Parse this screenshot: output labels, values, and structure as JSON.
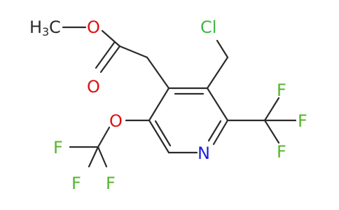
{
  "atoms": {
    "methyl": "H",
    "methyl_sub": "3",
    "methyl_c": "C",
    "ester_o": "O",
    "carbonyl_o": "O",
    "chlorine": "Cl",
    "ring_n": "N",
    "ether_o": "O",
    "f_cf3_top": "F",
    "f_cf3_right": "F",
    "f_cf3_bottom": "F",
    "f_ocf3_left": "F",
    "f_ocf3_top": "F",
    "f_ocf3_bottom": "F"
  },
  "colors": {
    "bond": "#2b2b2b",
    "chlorine": "#44b544",
    "fluorine": "#55b52a",
    "oxygen": "#e01010",
    "nitrogen": "#2020d8"
  }
}
